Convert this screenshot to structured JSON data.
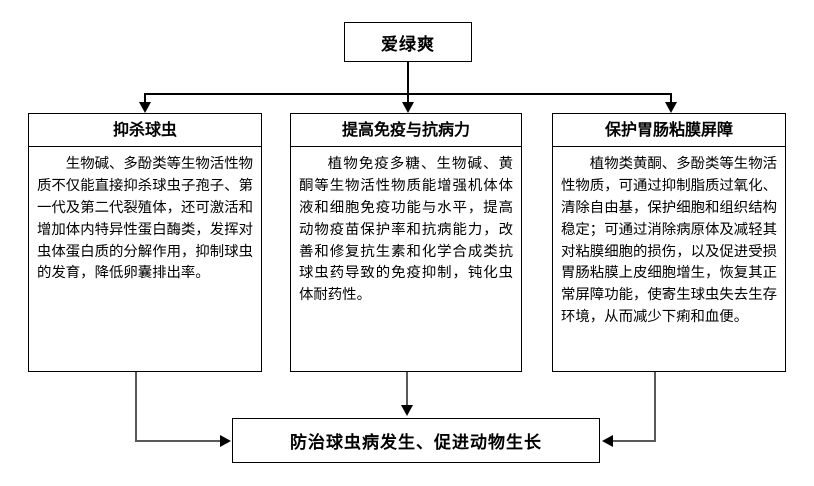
{
  "diagram": {
    "root": {
      "label": "爱绿爽"
    },
    "branches": [
      {
        "title": "抑杀球虫",
        "body": "生物碱、多酚类等生物活性物质不仅能直接抑杀球虫子孢子、第一代及第二代裂殖体，还可激活和增加体内特异性蛋白酶类，发挥对虫体蛋白质的分解作用，抑制球虫的发育，降低卵囊排出率。"
      },
      {
        "title": "提高免疫与抗病力",
        "body": "植物免疫多糖、生物碱、黄酮等生物活性物质能增强机体体液和细胞免疫功能与水平，提高动物疫苗保护率和抗病能力，改善和修复抗生素和化学合成类抗球虫药导致的免疫抑制，钝化虫体耐药性。"
      },
      {
        "title": "保护胃肠粘膜屏障",
        "body": "植物类黄酮、多酚类等生物活性物质，可通过抑制脂质过氧化、清除自由基，保护细胞和组织结构稳定；可通过消除病原体及减轻其对粘膜细胞的损伤，以及促进受损胃肠粘膜上皮细胞增生，恢复其正常屏障功能，使寄生球虫失去生存环境，从而减少下痢和血便。"
      }
    ],
    "result": {
      "label": "防治球虫病发生、促进动物生长"
    },
    "colors": {
      "line": "#000000",
      "line_gray": "#595959",
      "border": "#000000",
      "background": "#ffffff",
      "text": "#000000"
    }
  }
}
